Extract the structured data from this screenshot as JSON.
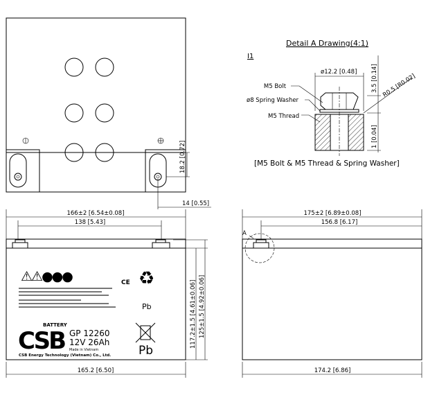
{
  "detail": {
    "title": "Detail A Drawing(4:1)",
    "ref": "I1",
    "dia": "ø12.2 [0.48]",
    "height1": "3.5 [0.14]",
    "radius": "R0.5 [R0.02]",
    "height2": "1 [0.04]",
    "bolt": "M5 Bolt",
    "washer": "ø8 Spring Washer",
    "thread": "M5 Thread",
    "caption": "[M5 Bolt & M5 Thread & Spring Washer]"
  },
  "top_view": {
    "dim_terminal_height": "18.2 [0.72]",
    "dim_terminal_offset": "14 [0.55]"
  },
  "front_view": {
    "dim_top_width": "166±2 [6.54±0.08]",
    "dim_terminal_spacing": "138 [5.43]",
    "dim_bottom_width": "165.2 [6.50]",
    "dim_body_height": "117.2±1.5 [4.61±0.06]",
    "dim_total_height": "125±1.5 [4.92±0.06]",
    "label": {
      "brand_caption": "BATTERY",
      "brand": "CSB",
      "model": "GP 12260",
      "rating": "12V 26Ah",
      "origin": "Made in Vietnam",
      "company": "CSB Energy Technology (Vietnam) Co., Ltd.",
      "pb1": "Pb",
      "pb2": "Pb",
      "ce": "CE"
    }
  },
  "side_view": {
    "detail_marker": "A",
    "dim_top_width": "175±2 [6.89±0.08]",
    "dim_terminal": "156.8 [6.17]",
    "dim_bottom_width": "174.2 [6.86]"
  }
}
